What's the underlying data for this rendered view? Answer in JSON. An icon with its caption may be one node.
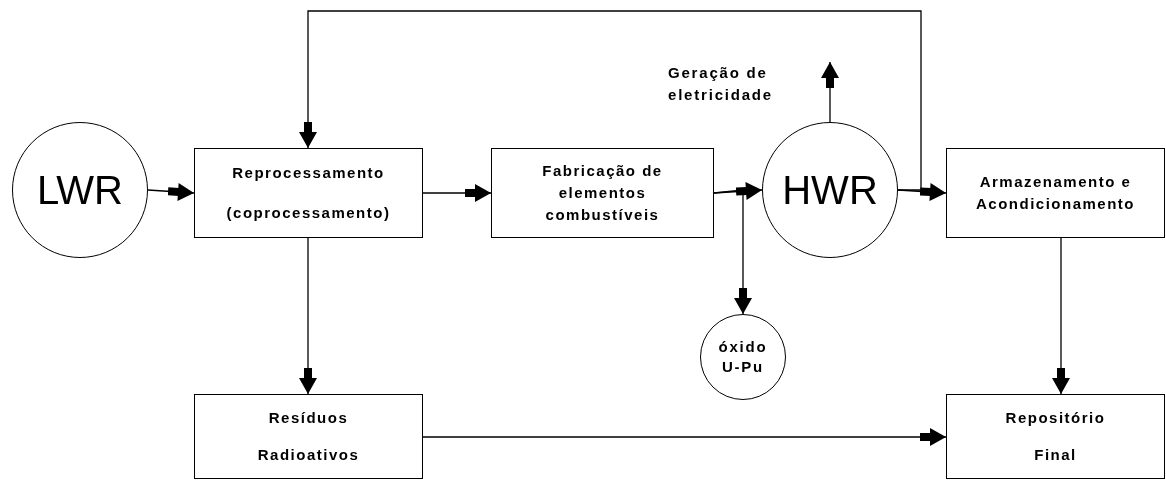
{
  "diagram": {
    "nodes": [
      {
        "text": [
          "LWR"
        ]
      },
      {
        "text": [
          "Reprocessamento",
          "(coprocessamento)"
        ]
      },
      {
        "text": [
          "Fabricação de elementos combustíveis"
        ]
      },
      {
        "text": [
          "HWR"
        ]
      },
      {
        "text": [
          "Armazenamento e Acondicionamento"
        ]
      },
      {
        "text": [
          "Geração de eletricidade"
        ]
      },
      {
        "text": [
          "óxido U-Pu"
        ]
      },
      {
        "text": [
          "Resíduos",
          "Radioativos"
        ]
      },
      {
        "text": [
          "Repositório",
          "Final"
        ]
      }
    ],
    "edges": [
      {
        "from": 0,
        "to": 1,
        "arrow": "to"
      },
      {
        "from": 1,
        "to": 2,
        "arrow": "to"
      },
      {
        "from": 2,
        "to": 3,
        "arrow": "to"
      },
      {
        "from": 2,
        "to": 6,
        "arrow": "to"
      },
      {
        "from": 3,
        "to": 5,
        "arrow": "to"
      },
      {
        "from": 3,
        "to": 4,
        "arrow": "to"
      },
      {
        "from": 3,
        "to": 1,
        "arrow": "to"
      },
      {
        "from": 1,
        "to": 7,
        "arrow": "to"
      },
      {
        "from": 4,
        "to": 8,
        "arrow": "to"
      },
      {
        "from": 7,
        "to": 8,
        "arrow": "to"
      }
    ]
  }
}
